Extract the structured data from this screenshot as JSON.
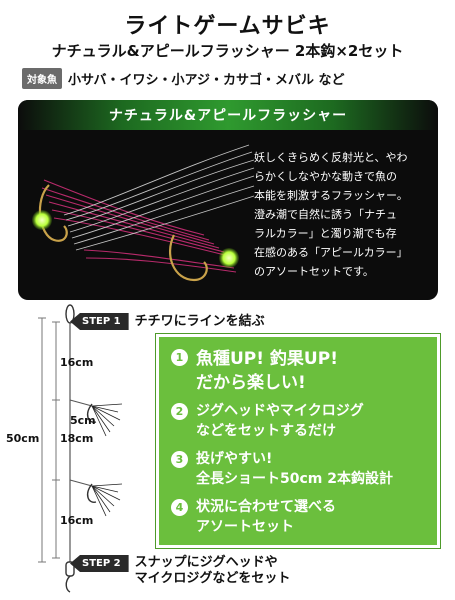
{
  "header": {
    "title": "ライトゲームサビキ",
    "subtitle": "ナチュラル&アピールフラッシャー 2本鈎×2セット"
  },
  "target": {
    "badge": "対象魚",
    "fish": "小サバ・イワシ・小アジ・カサゴ・メバル など"
  },
  "panel": {
    "heading": "ナチュラル&アピールフラッシャー",
    "description_lines": [
      "妖しくきらめく反射光と、やわ",
      "らかくしなやかな動きで魚の",
      "本能を刺激するフラッシャー。",
      "澄み潮で自然に誘う「ナチュ",
      "ラルカラー」と濁り潮でも存",
      "在感のある「アピールカラー」",
      "のアソートセットです。"
    ]
  },
  "steps": {
    "step1_badge": "STEP 1",
    "step1_text": "チチワにラインを結ぶ",
    "step2_badge": "STEP 2",
    "step2_line1": "スナップにジグヘッドや",
    "step2_line2": "マイクロジグなどをセット"
  },
  "dimensions": {
    "total": "50cm",
    "top": "16cm",
    "branch": "5cm",
    "middle": "18cm",
    "bottom": "16cm"
  },
  "features": [
    {
      "num": "1",
      "lines": [
        "魚種UP! 釣果UP!",
        "だから楽しい!"
      ]
    },
    {
      "num": "2",
      "lines": [
        "ジグヘッドやマイクロジグ",
        "などをセットするだけ"
      ]
    },
    {
      "num": "3",
      "lines": [
        "投げやすい!",
        "全長ショート50cm 2本鈎設計"
      ]
    },
    {
      "num": "4",
      "lines": [
        "状況に合わせて選べる",
        "アソートセット"
      ]
    }
  ],
  "colors": {
    "accent_green": "#6bbf3d",
    "panel_black": "#0c0c0c",
    "flasher_pink": "#d6307c",
    "flasher_silver": "#d8d8d8",
    "lumo_bead": "#b8ff3a"
  }
}
